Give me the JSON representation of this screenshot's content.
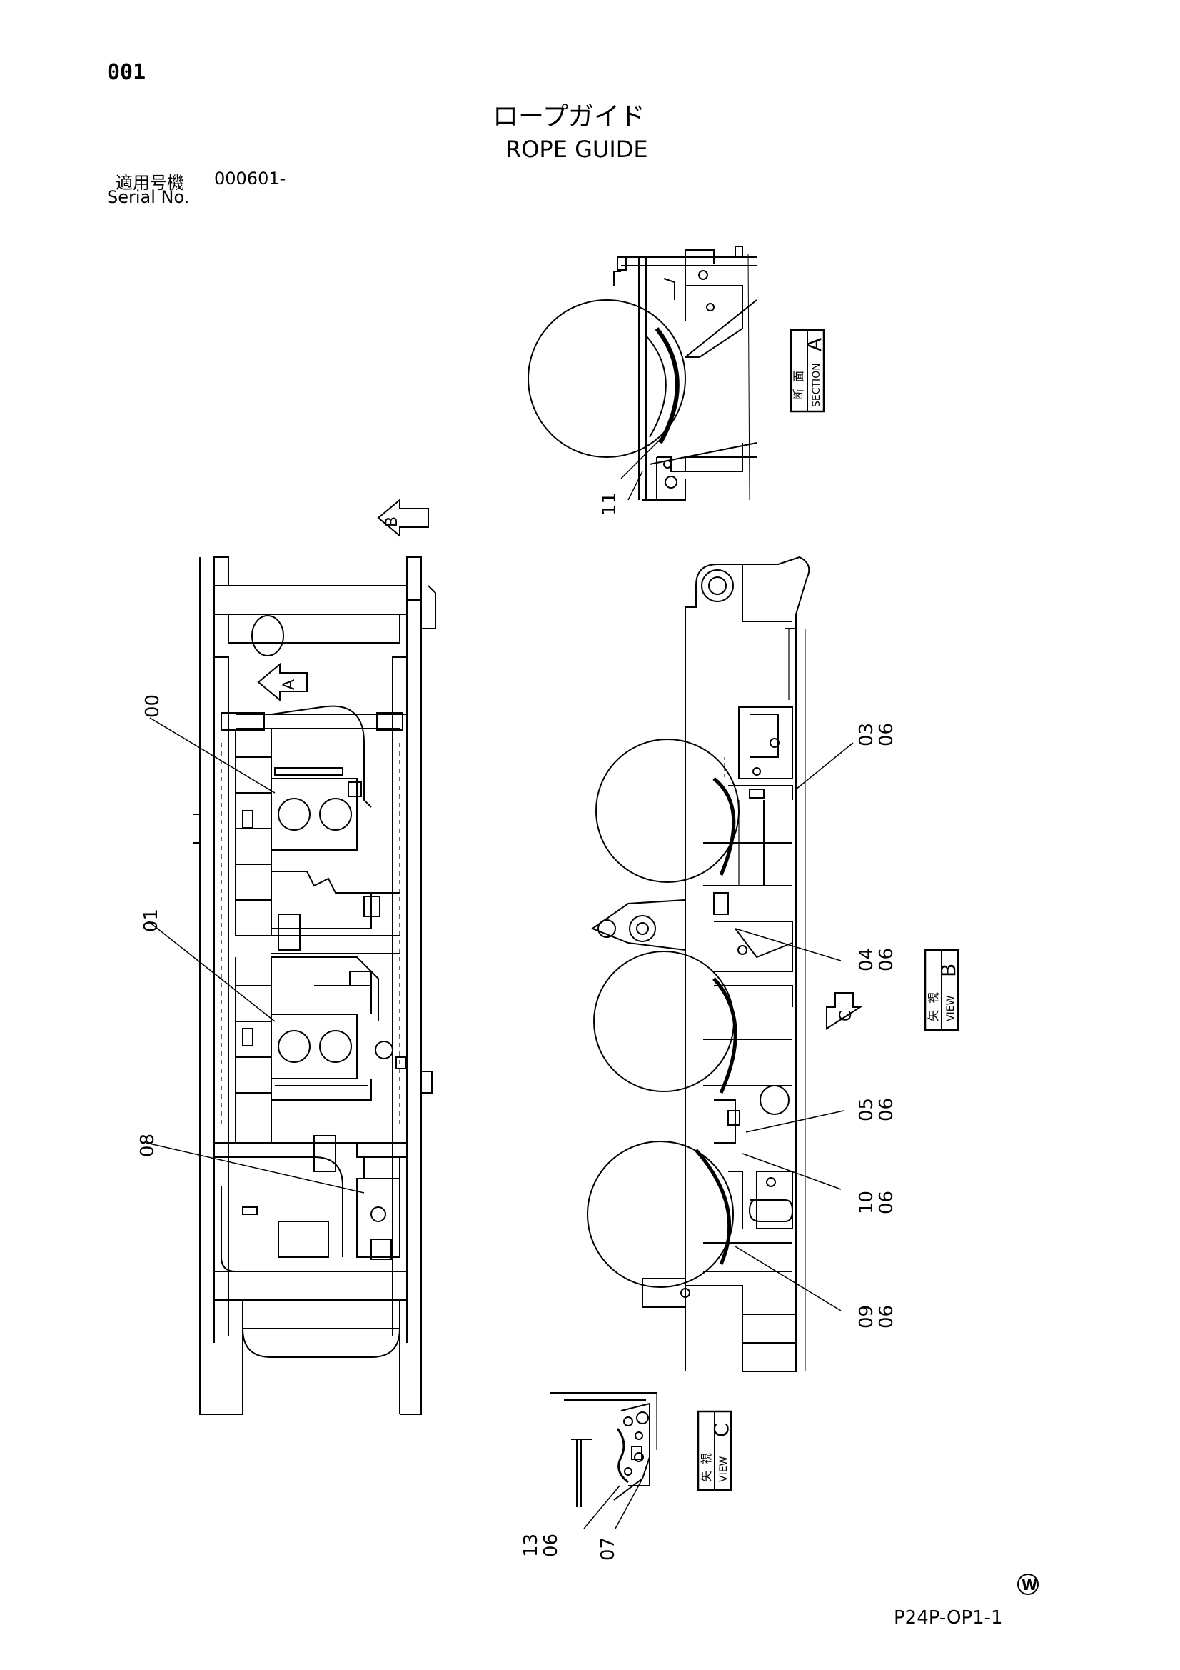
{
  "header": {
    "page_number": "001",
    "title_jp": "ロープガイド",
    "title_en": "ROPE GUIDE",
    "serial_label_jp": "適用号機",
    "serial_value": "000601-",
    "serial_label_en": "Serial No."
  },
  "views": {
    "section_a": {
      "jp_1": "断",
      "jp_2": "面",
      "en": "SECTION",
      "letter": "A"
    },
    "view_b": {
      "jp_1": "矢",
      "jp_2": "視",
      "en": "VIEW",
      "letter": "B"
    },
    "view_c": {
      "jp_1": "矢",
      "jp_2": "視",
      "en": "VIEW",
      "letter": "C"
    },
    "arrow_a": "A",
    "arrow_b": "B",
    "arrow_c": "C"
  },
  "callouts": [
    {
      "id": "00",
      "text": "00"
    },
    {
      "id": "01",
      "text": "01"
    },
    {
      "id": "08",
      "text": "08"
    },
    {
      "id": "11",
      "text": "11"
    },
    {
      "id": "03",
      "text": "03",
      "qty": "06"
    },
    {
      "id": "04",
      "text": "04",
      "qty": "06"
    },
    {
      "id": "05",
      "text": "05",
      "qty": "06"
    },
    {
      "id": "10",
      "text": "10",
      "qty": "06"
    },
    {
      "id": "09",
      "text": "09",
      "qty": "06"
    },
    {
      "id": "13",
      "text": "13",
      "qty": "06"
    },
    {
      "id": "07",
      "text": "07"
    }
  ],
  "footer": {
    "drawing_code": "P24P-OP1-1",
    "mark": "W"
  }
}
